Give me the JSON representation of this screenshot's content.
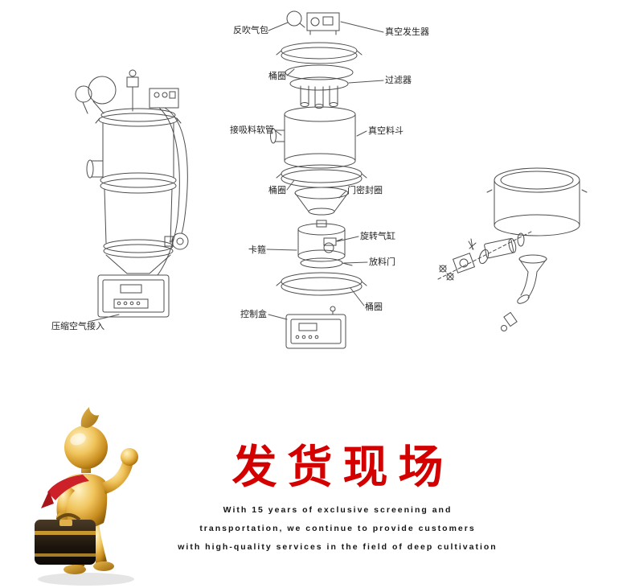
{
  "page": {
    "background_color": "#ffffff"
  },
  "diagram": {
    "parts": {
      "blowback_air_bag": "反吹气包",
      "vacuum_generator": "真空发生器",
      "barrel_ring_top": "桶圈",
      "filter": "过滤器",
      "suction_hose_port": "接吸料软管",
      "vacuum_hopper": "真空料斗",
      "barrel_ring_middle": "桶圈",
      "door_seal_ring": "门密封圈",
      "clamp": "卡箍",
      "rotary_cylinder": "旋转气缸",
      "discharge_door": "放料门",
      "barrel_ring_bottom": "桶圈",
      "control_box": "控制盒",
      "compressed_air_inlet": "压缩空气接入"
    },
    "drawing_icons": {
      "left": "assembled-vacuum-feeder-drawing",
      "middle": "exploded-vacuum-feeder-drawing",
      "right": "hopper-discharge-assembly-drawing"
    }
  },
  "banner": {
    "title": "发货现场",
    "title_color": "#d40000",
    "description_lines": [
      "With 15 years of exclusive screening and",
      "transportation, we continue to provide customers",
      "with high-quality services in the field of deep cultivation"
    ],
    "mascot_icon": "golden-businessman-with-briefcase"
  }
}
